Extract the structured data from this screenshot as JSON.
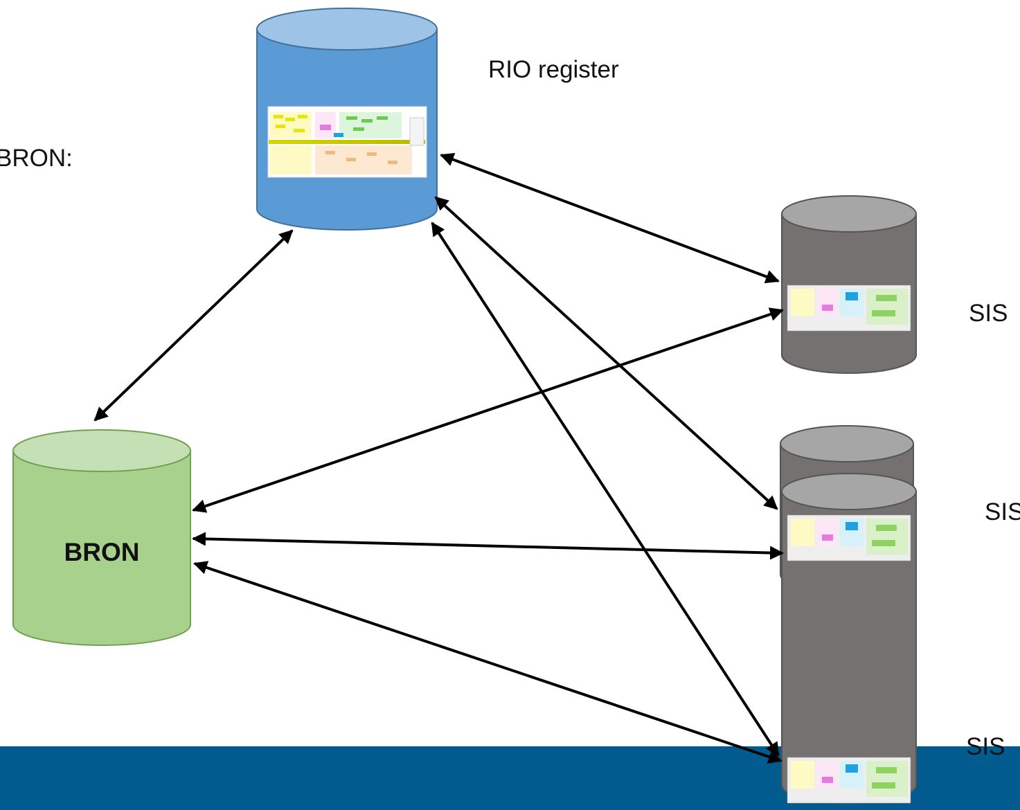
{
  "colors": {
    "rio_cylinder": "#5b9bd5",
    "rio_cylinder_top": "#9dc3e6",
    "bron_cylinder": "#a9d18e",
    "bron_cylinder_top": "#c5e0b4",
    "sis_cylinder": "#767171",
    "sis_cylinder_top": "#a6a6a6",
    "footer_band": "#025b8e",
    "arrow": "#000000"
  },
  "labels": {
    "rio_register": "RIO register",
    "bron_side": "BRON:",
    "bron_center": "BRON",
    "sis_1": "SIS",
    "sis_2": "SIS",
    "sis_3": "SIS"
  },
  "nodes": [
    {
      "id": "rio",
      "name": "rio-register-cylinder"
    },
    {
      "id": "bron",
      "name": "bron-cylinder"
    },
    {
      "id": "sis1",
      "name": "sis-cylinder-1"
    },
    {
      "id": "sis2",
      "name": "sis-cylinder-2"
    },
    {
      "id": "sis3",
      "name": "sis-cylinder-3"
    }
  ],
  "edges": [
    {
      "from": "rio",
      "to": "bron",
      "bidirectional": true
    },
    {
      "from": "rio",
      "to": "sis1",
      "bidirectional": true
    },
    {
      "from": "rio",
      "to": "sis2",
      "bidirectional": true
    },
    {
      "from": "rio",
      "to": "sis3",
      "bidirectional": true
    },
    {
      "from": "bron",
      "to": "sis1",
      "bidirectional": true
    },
    {
      "from": "bron",
      "to": "sis2",
      "bidirectional": true
    },
    {
      "from": "bron",
      "to": "sis3",
      "bidirectional": true
    }
  ]
}
